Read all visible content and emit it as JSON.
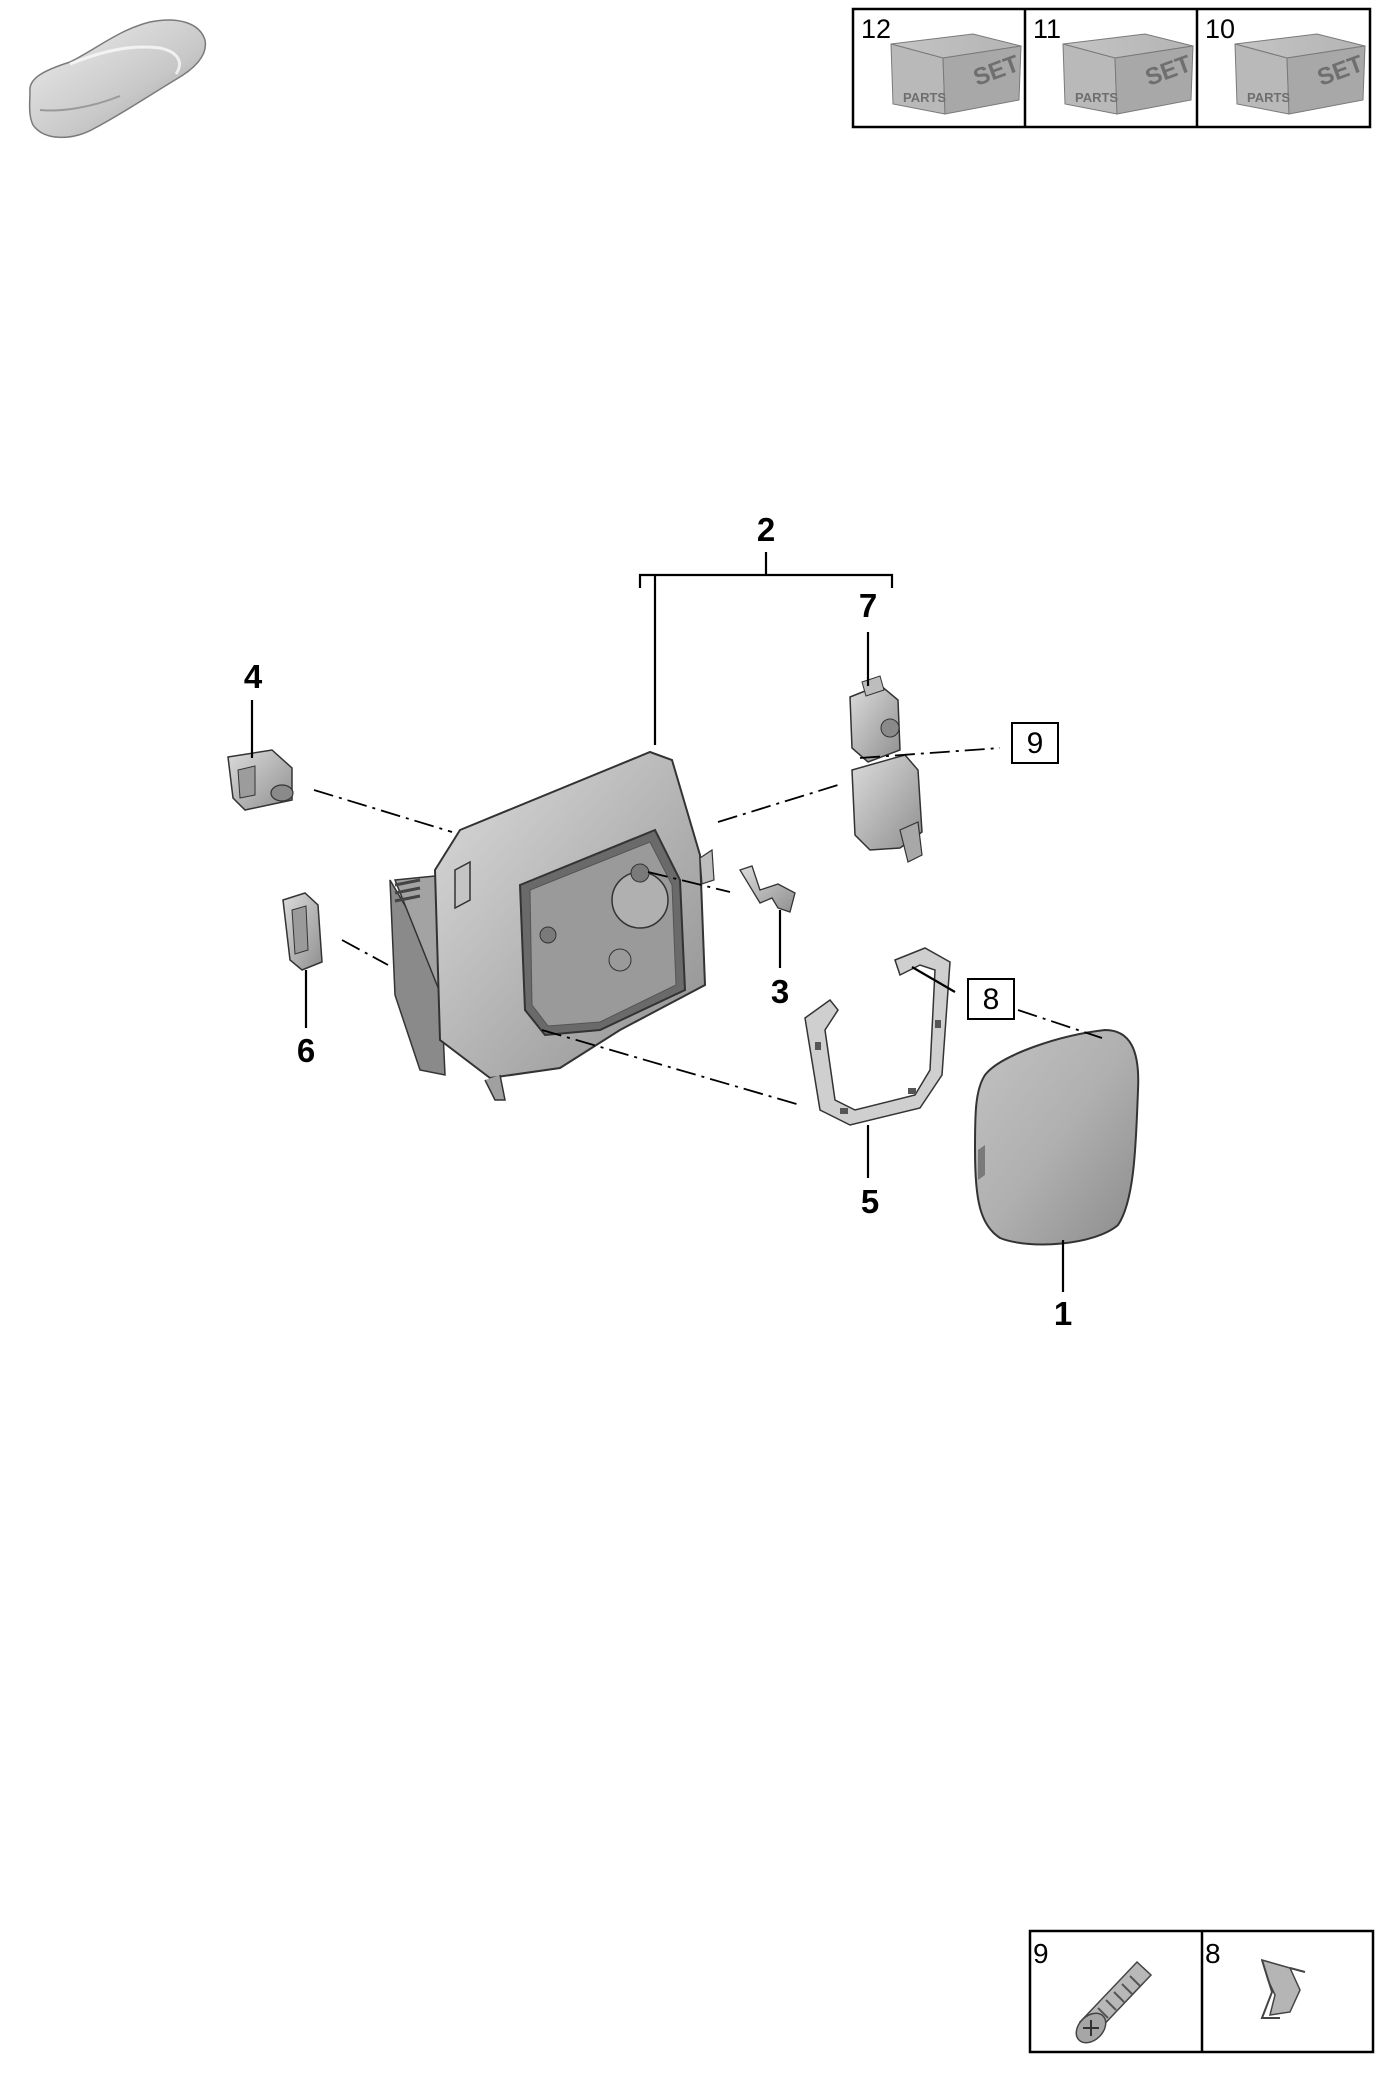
{
  "diagram": {
    "callouts": [
      {
        "id": "callout-1",
        "label": "1"
      },
      {
        "id": "callout-2",
        "label": "2"
      },
      {
        "id": "callout-3",
        "label": "3"
      },
      {
        "id": "callout-4",
        "label": "4"
      },
      {
        "id": "callout-5",
        "label": "5"
      },
      {
        "id": "callout-6",
        "label": "6"
      },
      {
        "id": "callout-7",
        "label": "7"
      },
      {
        "id": "callout-8",
        "label": "8"
      },
      {
        "id": "callout-9",
        "label": "9"
      }
    ],
    "sets_panel": [
      {
        "number": "12",
        "box_word_top": "SET",
        "box_word_front": "PARTS"
      },
      {
        "number": "11",
        "box_word_top": "SET",
        "box_word_front": "PARTS"
      },
      {
        "number": "10",
        "box_word_top": "SET",
        "box_word_front": "PARTS"
      }
    ],
    "fasteners_panel": [
      {
        "number": "9",
        "icon": "screw-icon"
      },
      {
        "number": "8",
        "icon": "clip-icon"
      }
    ],
    "icons": {
      "vehicle": "car-silhouette-icon",
      "parts_set": "parts-set-box-icon"
    },
    "colors": {
      "part_fill": "#c9c9c9",
      "part_shadow": "#8f8f8f",
      "line": "#000000",
      "background": "#ffffff"
    }
  }
}
